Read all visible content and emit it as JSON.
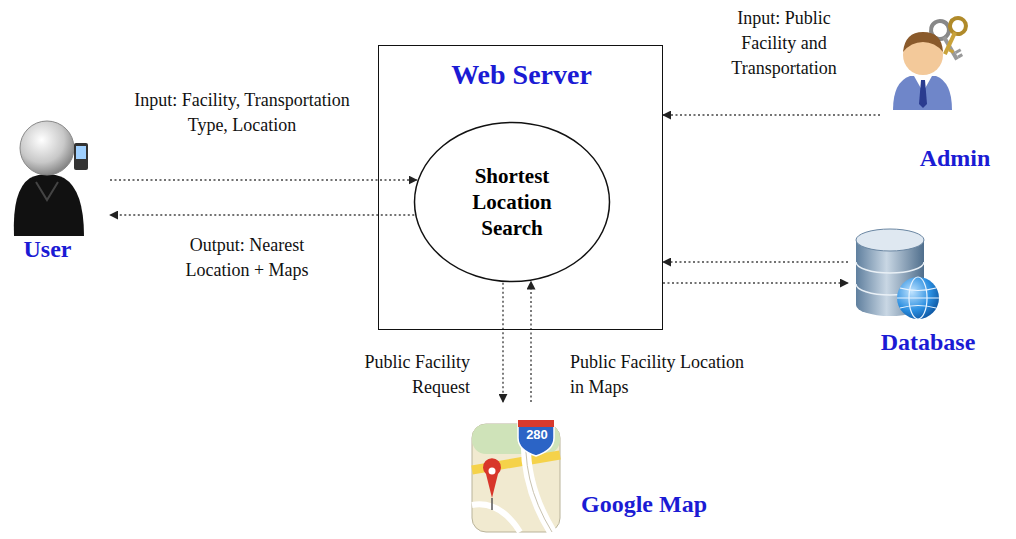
{
  "diagram": {
    "nodes": [
      {
        "text": [
          "Web Server"
        ]
      },
      {
        "text": [
          "Shortest Location Search"
        ],
        "in": 0
      },
      {
        "text": [
          "User"
        ]
      },
      {
        "text": [
          "Admin"
        ]
      },
      {
        "text": [
          "Database"
        ]
      },
      {
        "text": [
          "Google Map"
        ]
      }
    ],
    "edges": [
      {
        "from": 2,
        "to": 1,
        "label": "Input: Facility, Transportation Type, Location",
        "arrow": "to"
      },
      {
        "from": 1,
        "to": 2,
        "label": "Output: Nearest Location + Maps",
        "arrow": "to"
      },
      {
        "from": 3,
        "to": 0,
        "label": "Input: Public Facility and Transportation",
        "arrow": "to"
      },
      {
        "from": 4,
        "to": 0,
        "arrow": "to"
      },
      {
        "from": 0,
        "to": 4,
        "arrow": "to"
      },
      {
        "from": 1,
        "to": 5,
        "label": "Public Facility Request",
        "arrow": "to"
      },
      {
        "from": 5,
        "to": 1,
        "label": "Public Facility Location in Maps",
        "arrow": "to"
      }
    ],
    "labels": [
      "280"
    ]
  }
}
